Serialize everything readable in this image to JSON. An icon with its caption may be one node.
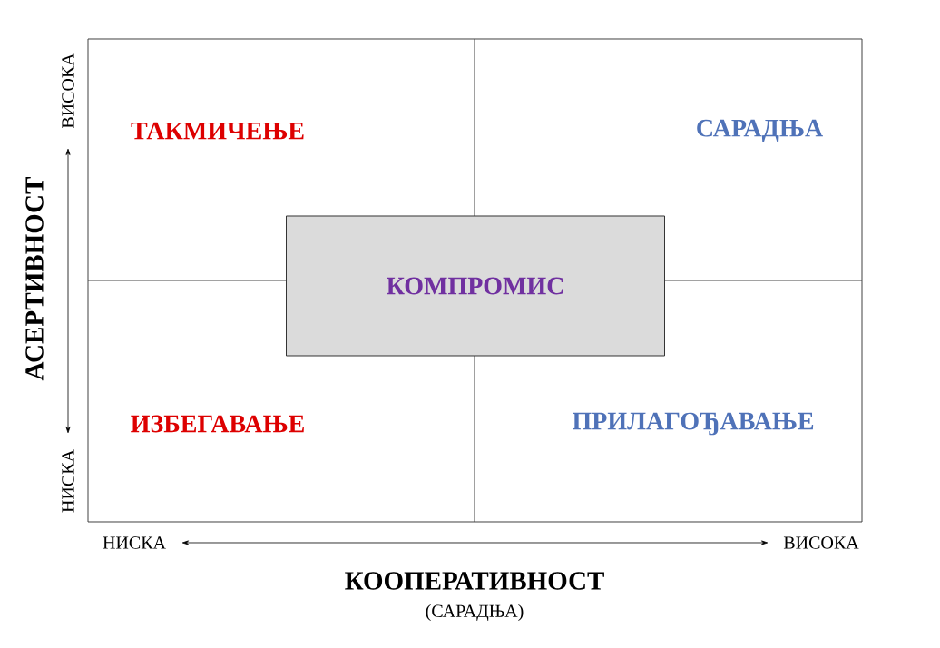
{
  "diagram": {
    "nodes": [
      {
        "text": [
          "ТАКМИЧЕЊЕ"
        ]
      },
      {
        "text": [
          "САРАДЊА"
        ]
      },
      {
        "text": [
          "КОМПРОМИС"
        ]
      },
      {
        "text": [
          "ИЗБЕГАВАЊЕ"
        ]
      },
      {
        "text": [
          "ПРИЛАГОЂАВАЊЕ"
        ]
      }
    ],
    "edges": [],
    "labels": [
      "ВИСОКА",
      "АСЕРТИВНОСТ",
      "НИСКА",
      "НИСКА",
      "ВИСОКА",
      "КООПЕРАТИВНОСТ",
      "(САРАДЊА)"
    ]
  }
}
